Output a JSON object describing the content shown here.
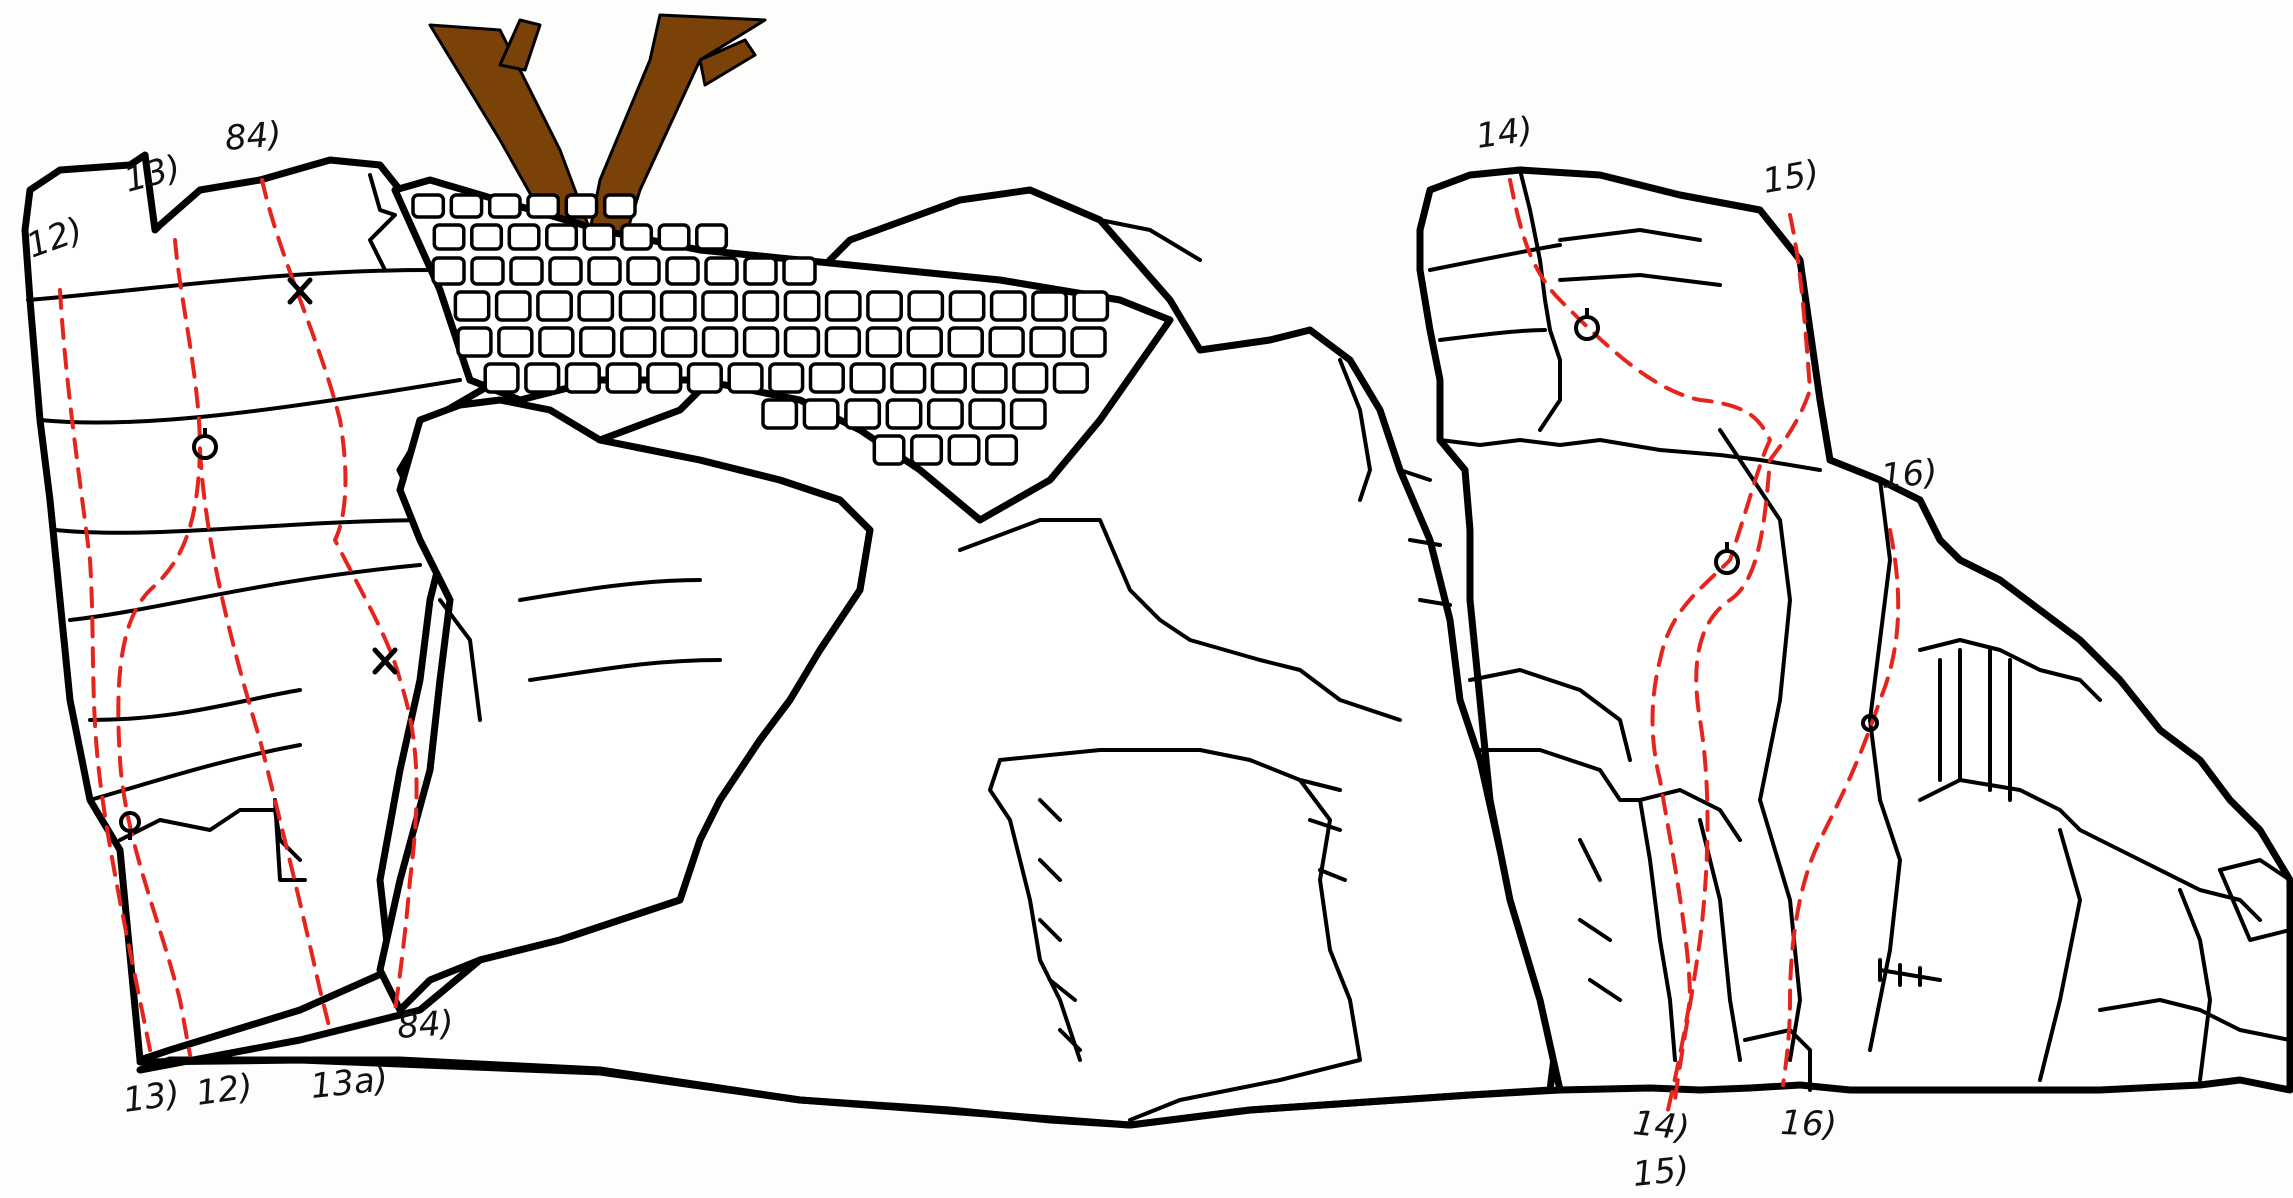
{
  "colors": {
    "route": "#e5241d",
    "tree": "#7a4208",
    "ink": "#000000"
  },
  "routes": [
    {
      "id": "12",
      "top_label": "12)",
      "bottom_label": "12)"
    },
    {
      "id": "13",
      "top_label": "13)",
      "bottom_label": "13)"
    },
    {
      "id": "13a",
      "bottom_label": "13a)"
    },
    {
      "id": "84",
      "top_label": "84)",
      "bottom_label": "84)"
    },
    {
      "id": "14",
      "top_label": "14)",
      "bottom_label": "14)"
    },
    {
      "id": "15",
      "top_label": "15)",
      "bottom_label": "15)"
    },
    {
      "id": "16",
      "top_label": "16)",
      "bottom_label": "16)"
    }
  ],
  "icons": [
    "tree-icon",
    "bolt-ring-icon",
    "x-mark-icon",
    "masonry-wall"
  ]
}
